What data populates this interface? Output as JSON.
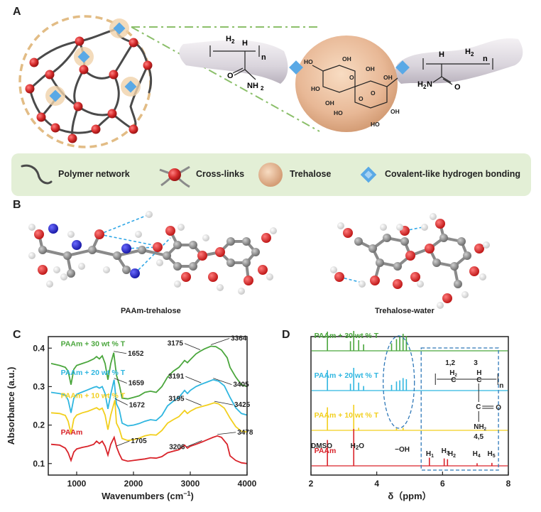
{
  "panels": {
    "a": "A",
    "b": "B",
    "c": "C",
    "d": "D"
  },
  "panel_a": {
    "chem_left": {
      "h2": "H",
      "h2sub": "2",
      "h": "H",
      "n": "n",
      "o": "O",
      "nh2": "NH",
      "nh2sub": "2"
    },
    "chem_right": {
      "h2": "H",
      "h2sub": "2",
      "h": "H",
      "n": "n",
      "o": "O",
      "nh2": "H",
      "nh2mid": "2",
      "nh2end": "N"
    },
    "trehalose_labels": [
      "HO",
      "HO",
      "OH",
      "OH",
      "HO",
      "O",
      "OH",
      "O",
      "OH",
      "OH",
      "O",
      "HO"
    ]
  },
  "legend": {
    "items": [
      {
        "label": "Polymer network",
        "icon": "polymer-chain-icon"
      },
      {
        "label": "Cross-links",
        "icon": "crosslink-icon"
      },
      {
        "label": "Trehalose",
        "icon": "trehalose-sphere-icon"
      },
      {
        "label": "Covalent-like hydrogen bonding",
        "icon": "hydrogen-bond-icon"
      }
    ],
    "colors": {
      "box": "#e3efd6",
      "crosslink": "#d42a2a",
      "trehalose": "#e8b896",
      "hbond": "#5aa9e6"
    }
  },
  "panel_b": {
    "captions": [
      "PAAm-trehalose",
      "Trehalose-water"
    ]
  },
  "chart_data": [
    {
      "type": "line",
      "panel": "C",
      "xlabel": "Wavenumbers (cm",
      "xlabel_sup": "−1",
      "xlabel_end": ")",
      "ylabel": "Absorbance (a.u.)",
      "xlim": [
        500,
        4000
      ],
      "ylim": [
        0.07,
        0.43
      ],
      "x_ticks": [
        1000,
        2000,
        3000,
        4000
      ],
      "y_ticks": [
        0.1,
        0.2,
        0.3,
        0.4
      ],
      "series": [
        {
          "name": "PAAm + 30 wt % T",
          "color": "#4aa63c",
          "points": [
            [
              550,
              0.36
            ],
            [
              700,
              0.355
            ],
            [
              800,
              0.35
            ],
            [
              850,
              0.34
            ],
            [
              900,
              0.305
            ],
            [
              950,
              0.345
            ],
            [
              1000,
              0.355
            ],
            [
              1100,
              0.36
            ],
            [
              1200,
              0.365
            ],
            [
              1300,
              0.372
            ],
            [
              1350,
              0.378
            ],
            [
              1400,
              0.372
            ],
            [
              1450,
              0.38
            ],
            [
              1500,
              0.36
            ],
            [
              1550,
              0.318
            ],
            [
              1600,
              0.36
            ],
            [
              1652,
              0.388
            ],
            [
              1700,
              0.33
            ],
            [
              1750,
              0.305
            ],
            [
              1800,
              0.27
            ],
            [
              1900,
              0.268
            ],
            [
              2000,
              0.272
            ],
            [
              2100,
              0.276
            ],
            [
              2200,
              0.285
            ],
            [
              2300,
              0.288
            ],
            [
              2400,
              0.285
            ],
            [
              2500,
              0.3
            ],
            [
              2600,
              0.325
            ],
            [
              2700,
              0.34
            ],
            [
              2800,
              0.35
            ],
            [
              2900,
              0.368
            ],
            [
              2950,
              0.362
            ],
            [
              3000,
              0.37
            ],
            [
              3100,
              0.385
            ],
            [
              3175,
              0.392
            ],
            [
              3250,
              0.398
            ],
            [
              3364,
              0.405
            ],
            [
              3450,
              0.404
            ],
            [
              3550,
              0.395
            ],
            [
              3650,
              0.375
            ],
            [
              3700,
              0.35
            ],
            [
              3800,
              0.325
            ],
            [
              3900,
              0.305
            ],
            [
              4000,
              0.3
            ]
          ]
        },
        {
          "name": "PAAm + 20 wt % T",
          "color": "#2fb6e0",
          "points": [
            [
              550,
              0.285
            ],
            [
              700,
              0.282
            ],
            [
              800,
              0.278
            ],
            [
              850,
              0.265
            ],
            [
              900,
              0.232
            ],
            [
              950,
              0.27
            ],
            [
              1000,
              0.28
            ],
            [
              1100,
              0.286
            ],
            [
              1200,
              0.292
            ],
            [
              1300,
              0.298
            ],
            [
              1350,
              0.3
            ],
            [
              1400,
              0.296
            ],
            [
              1450,
              0.3
            ],
            [
              1500,
              0.282
            ],
            [
              1550,
              0.242
            ],
            [
              1600,
              0.28
            ],
            [
              1659,
              0.318
            ],
            [
              1700,
              0.255
            ],
            [
              1750,
              0.24
            ],
            [
              1800,
              0.205
            ],
            [
              1900,
              0.198
            ],
            [
              2000,
              0.2
            ],
            [
              2100,
              0.204
            ],
            [
              2200,
              0.21
            ],
            [
              2300,
              0.214
            ],
            [
              2400,
              0.212
            ],
            [
              2500,
              0.225
            ],
            [
              2600,
              0.25
            ],
            [
              2700,
              0.262
            ],
            [
              2800,
              0.272
            ],
            [
              2900,
              0.29
            ],
            [
              2950,
              0.282
            ],
            [
              3000,
              0.29
            ],
            [
              3100,
              0.3
            ],
            [
              3191,
              0.306
            ],
            [
              3300,
              0.312
            ],
            [
              3405,
              0.318
            ],
            [
              3500,
              0.314
            ],
            [
              3600,
              0.302
            ],
            [
              3700,
              0.272
            ],
            [
              3800,
              0.245
            ],
            [
              3900,
              0.23
            ],
            [
              4000,
              0.226
            ]
          ]
        },
        {
          "name": "PAAm + 10 wt % T",
          "color": "#f2cf1d",
          "points": [
            [
              550,
              0.232
            ],
            [
              700,
              0.23
            ],
            [
              800,
              0.225
            ],
            [
              850,
              0.21
            ],
            [
              900,
              0.178
            ],
            [
              950,
              0.216
            ],
            [
              1000,
              0.226
            ],
            [
              1100,
              0.232
            ],
            [
              1200,
              0.236
            ],
            [
              1300,
              0.242
            ],
            [
              1350,
              0.245
            ],
            [
              1400,
              0.24
            ],
            [
              1450,
              0.244
            ],
            [
              1500,
              0.226
            ],
            [
              1550,
              0.188
            ],
            [
              1600,
              0.226
            ],
            [
              1672,
              0.265
            ],
            [
              1700,
              0.205
            ],
            [
              1750,
              0.19
            ],
            [
              1800,
              0.165
            ],
            [
              1900,
              0.16
            ],
            [
              2000,
              0.162
            ],
            [
              2100,
              0.166
            ],
            [
              2200,
              0.172
            ],
            [
              2300,
              0.175
            ],
            [
              2400,
              0.174
            ],
            [
              2500,
              0.186
            ],
            [
              2600,
              0.205
            ],
            [
              2700,
              0.214
            ],
            [
              2800,
              0.222
            ],
            [
              2900,
              0.238
            ],
            [
              2950,
              0.23
            ],
            [
              3000,
              0.236
            ],
            [
              3100,
              0.244
            ],
            [
              3195,
              0.248
            ],
            [
              3300,
              0.252
            ],
            [
              3425,
              0.258
            ],
            [
              3500,
              0.255
            ],
            [
              3600,
              0.244
            ],
            [
              3700,
              0.218
            ],
            [
              3800,
              0.196
            ],
            [
              3900,
              0.184
            ],
            [
              4000,
              0.182
            ]
          ]
        },
        {
          "name": "PAAm",
          "color": "#d9232a",
          "points": [
            [
              550,
              0.15
            ],
            [
              700,
              0.148
            ],
            [
              800,
              0.14
            ],
            [
              850,
              0.128
            ],
            [
              900,
              0.108
            ],
            [
              950,
              0.13
            ],
            [
              1000,
              0.138
            ],
            [
              1100,
              0.142
            ],
            [
              1200,
              0.145
            ],
            [
              1300,
              0.15
            ],
            [
              1350,
              0.158
            ],
            [
              1400,
              0.152
            ],
            [
              1450,
              0.158
            ],
            [
              1500,
              0.145
            ],
            [
              1550,
              0.122
            ],
            [
              1600,
              0.15
            ],
            [
              1660,
              0.168
            ],
            [
              1705,
              0.142
            ],
            [
              1750,
              0.125
            ],
            [
              1800,
              0.11
            ],
            [
              1900,
              0.106
            ],
            [
              2000,
              0.108
            ],
            [
              2100,
              0.11
            ],
            [
              2200,
              0.112
            ],
            [
              2300,
              0.115
            ],
            [
              2400,
              0.114
            ],
            [
              2500,
              0.118
            ],
            [
              2600,
              0.128
            ],
            [
              2700,
              0.132
            ],
            [
              2800,
              0.136
            ],
            [
              2900,
              0.148
            ],
            [
              2950,
              0.14
            ],
            [
              3000,
              0.145
            ],
            [
              3100,
              0.15
            ],
            [
              3206,
              0.156
            ],
            [
              3300,
              0.162
            ],
            [
              3400,
              0.168
            ],
            [
              3478,
              0.172
            ],
            [
              3550,
              0.168
            ],
            [
              3650,
              0.15
            ],
            [
              3700,
              0.12
            ],
            [
              3800,
              0.108
            ],
            [
              3900,
              0.102
            ],
            [
              4000,
              0.1
            ]
          ]
        }
      ],
      "peak_labels": [
        {
          "text": "1652",
          "x": 1652,
          "y": 0.388
        },
        {
          "text": "3175",
          "x": 3175,
          "y": 0.392
        },
        {
          "text": "3364",
          "x": 3364,
          "y": 0.405
        },
        {
          "text": "1659",
          "x": 1659,
          "y": 0.318
        },
        {
          "text": "3191",
          "x": 3191,
          "y": 0.306
        },
        {
          "text": "3405",
          "x": 3405,
          "y": 0.318
        },
        {
          "text": "1672",
          "x": 1672,
          "y": 0.265
        },
        {
          "text": "3195",
          "x": 3195,
          "y": 0.248
        },
        {
          "text": "3425",
          "x": 3425,
          "y": 0.258
        },
        {
          "text": "1705",
          "x": 1705,
          "y": 0.142
        },
        {
          "text": "3206",
          "x": 3206,
          "y": 0.156
        },
        {
          "text": "3478",
          "x": 3478,
          "y": 0.172
        }
      ]
    },
    {
      "type": "line",
      "panel": "D",
      "xlabel": "δ（ppm）",
      "xlim": [
        2,
        8
      ],
      "x_ticks": [
        2,
        4,
        6,
        8
      ],
      "series": [
        {
          "name": "PAAm + 30 wt % T",
          "color": "#4aa63c",
          "peaks": [
            [
              2.5,
              0.9
            ],
            [
              3.2,
              0.45
            ],
            [
              3.3,
              1.0
            ],
            [
              3.45,
              0.5
            ],
            [
              3.6,
              0.3
            ],
            [
              4.45,
              0.35
            ],
            [
              4.6,
              0.55
            ],
            [
              4.7,
              0.65
            ],
            [
              4.8,
              0.8
            ],
            [
              4.9,
              0.7
            ]
          ]
        },
        {
          "name": "PAAm + 20 wt % T",
          "color": "#2fb6e0",
          "peaks": [
            [
              2.5,
              0.9
            ],
            [
              3.2,
              0.3
            ],
            [
              3.3,
              1.0
            ],
            [
              3.45,
              0.35
            ],
            [
              3.6,
              0.2
            ],
            [
              4.45,
              0.25
            ],
            [
              4.6,
              0.4
            ],
            [
              4.7,
              0.45
            ],
            [
              4.8,
              0.55
            ],
            [
              4.9,
              0.5
            ]
          ]
        },
        {
          "name": "PAAm + 10 wt % T",
          "color": "#f2cf1d",
          "peaks": [
            [
              2.5,
              0.9
            ],
            [
              3.3,
              1.0
            ],
            [
              3.45,
              0.1
            ],
            [
              4.6,
              0.08
            ],
            [
              4.8,
              0.1
            ]
          ]
        },
        {
          "name": "PAAm",
          "color": "#d9232a",
          "peaks": [
            [
              2.5,
              0.7
            ],
            [
              3.3,
              1.0
            ],
            [
              5.6,
              0.22
            ],
            [
              6.05,
              0.2
            ],
            [
              6.15,
              0.18
            ],
            [
              7.05,
              0.07
            ],
            [
              7.5,
              0.08
            ]
          ]
        }
      ],
      "annotations": {
        "dmso": "DMSO",
        "h2o": "H",
        "h2o_sub": "2",
        "h2o_end": "O",
        "oh": "−OH",
        "h_labels": [
          [
            "H",
            "1"
          ],
          [
            "H",
            "3"
          ],
          [
            "H",
            "2"
          ],
          [
            "H",
            "4"
          ],
          [
            "H",
            "5"
          ]
        ],
        "struct": {
          "pos12": "1,2",
          "pos3": "3",
          "n": "n",
          "o": "O",
          "nh2": "NH",
          "nh2sub": "2",
          "pos45": "4,5",
          "c": "C",
          "h": "H",
          "h2": "H",
          "h2sub": "2"
        }
      }
    }
  ]
}
